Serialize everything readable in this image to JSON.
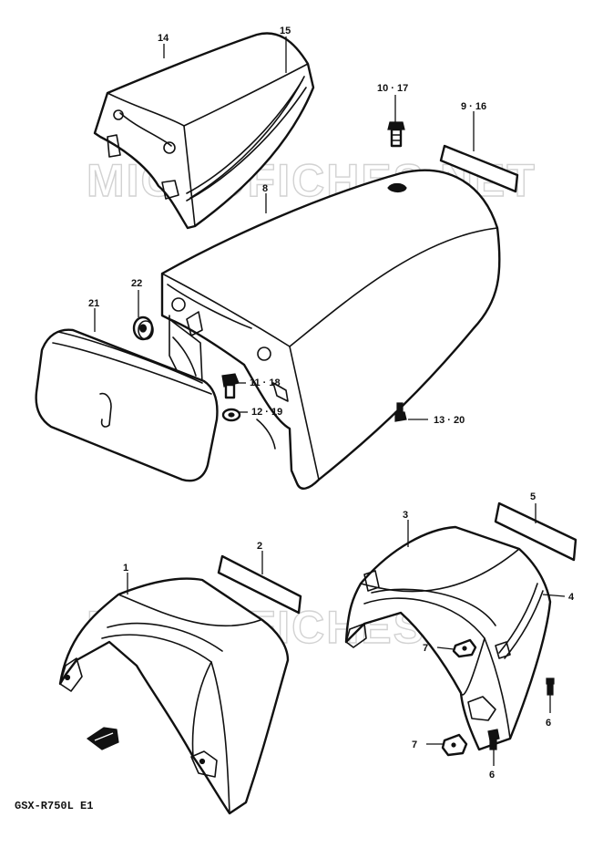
{
  "watermark": {
    "text": "MICROFICHES.NET"
  },
  "model_code": "GSX-R750L E1",
  "callouts": {
    "c1": "1",
    "c2": "2",
    "c3": "3",
    "c4": "4",
    "c5": "5",
    "c6a": "6",
    "c6b": "6",
    "c7a": "7",
    "c7b": "7",
    "c8": "8",
    "c9_16": "9 · 16",
    "c10_17": "10 · 17",
    "c11_18": "11 · 18",
    "c12_19": "12 · 19",
    "c13_20": "13 · 20",
    "c14": "14",
    "c15": "15",
    "c21": "21",
    "c22": "22"
  }
}
